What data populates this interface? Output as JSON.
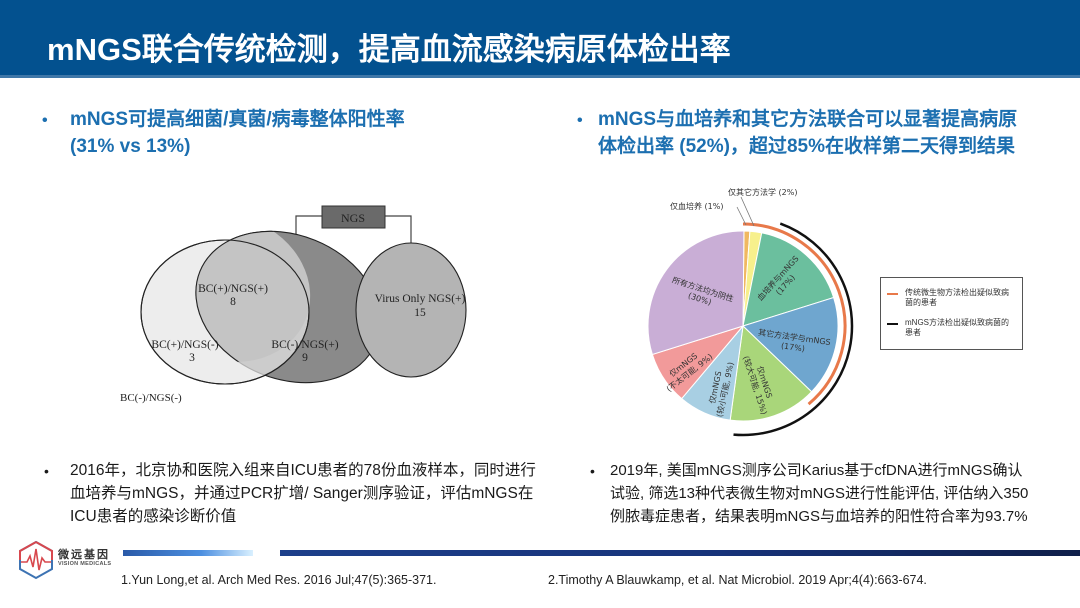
{
  "header": {
    "title": "mNGS联合传统检测，提高血流感染病原体检出率",
    "background_color": "#03518f"
  },
  "left": {
    "bullet_heading_line1": "mNGS可提高细菌/真菌/病毒整体阳性率",
    "bullet_heading_line2": "(31%  vs 13%)",
    "venn": {
      "ngs_label": "NGS",
      "regions": [
        {
          "label": "BC(+)/NGS(+)",
          "value": "8"
        },
        {
          "label": "BC(+)/NGS(-)",
          "value": "3"
        },
        {
          "label": "BC(-)/NGS(+)",
          "value": "9"
        },
        {
          "label": "Virus  Only NGS(+)",
          "value": "15"
        }
      ],
      "outside_label": "BC(-)/NGS(-)"
    },
    "body_line1": "2016年，北京协和医院入组来自ICU患者的78份血液样本，同时进行",
    "body_line2": "血培养与mNGS，并通过PCR扩增/ Sanger测序验证，评估mNGS在",
    "body_line3": "ICU患者的感染诊断价值",
    "reference": "1.Yun  Long,et al. Arch Med Res. 2016 Jul;47(5):365-371."
  },
  "right": {
    "bullet_heading_line1": "mNGS与血培养和其它方法联合可以显著提高病原",
    "bullet_heading_line2": "体检出率 (52%)，超过85%在收样第二天得到结果",
    "body_line1": "2019年, 美国mNGS测序公司Karius基于cfDNA进行mNGS确认",
    "body_line2": "试验, 筛选13种代表微生物对mNGS进行性能评估, 评估纳入350",
    "body_line3": "例脓毒症患者，结果表明mNGS与血培养的阳性符合率为93.7%",
    "reference": "2.Timothy  A Blauwkamp,  et al. Nat  Microbiol. 2019 Apr;4(4):663-674.",
    "legend": {
      "items": [
        {
          "label": "传统微生物方法检出疑似致病菌的患者",
          "color": "#e8794a"
        },
        {
          "label": "mNGS方法检出疑似致病菌的患者",
          "color": "#111111"
        }
      ]
    }
  },
  "chart_data": {
    "type": "pie",
    "title": "",
    "slices": [
      {
        "label": "仅血培养",
        "value": 1,
        "color": "#f0b860",
        "callout": "仅血培养 (1%)"
      },
      {
        "label": "仅其它方法学",
        "value": 2,
        "color": "#f7f08c",
        "callout": "仅其它方法学 (2%)"
      },
      {
        "label": "血培养与mNGS",
        "value": 17,
        "color": "#6bbf9e",
        "line2": "(17%)"
      },
      {
        "label": "其它方法学与mNGS",
        "value": 17,
        "color": "#6fa6cf",
        "line2": "(17%)"
      },
      {
        "label": "仅mNGS (较大可能, 15%)",
        "value": 15,
        "color": "#a9d67a",
        "line1": "仅mNGS",
        "line2": "(较大可能, 15%)"
      },
      {
        "label": "仅mNGS (较小可能, 9%)",
        "value": 9,
        "color": "#a8cfe3",
        "line1": "仅mNGS",
        "line2": "(较小可能, 9%)"
      },
      {
        "label": "仅mNGS (不太可能, 9%)",
        "value": 9,
        "color": "#f29a9a",
        "line1": "仅mNGS",
        "line2": "(不太可能, 9%)"
      },
      {
        "label": "所有方法均为阴性",
        "value": 30,
        "color": "#c9aed6",
        "line1": "所有方法均为阴性",
        "line2": "(30%)"
      }
    ],
    "arcs": [
      {
        "name": "传统微生物方法检出疑似致病菌的患者",
        "color": "#e8794a"
      },
      {
        "name": "mNGS方法检出疑似致病菌的患者",
        "color": "#111111"
      }
    ],
    "legend_position": "right"
  },
  "footer": {
    "logo_cn": "微远基因",
    "logo_en": "VISION MEDICALS"
  }
}
